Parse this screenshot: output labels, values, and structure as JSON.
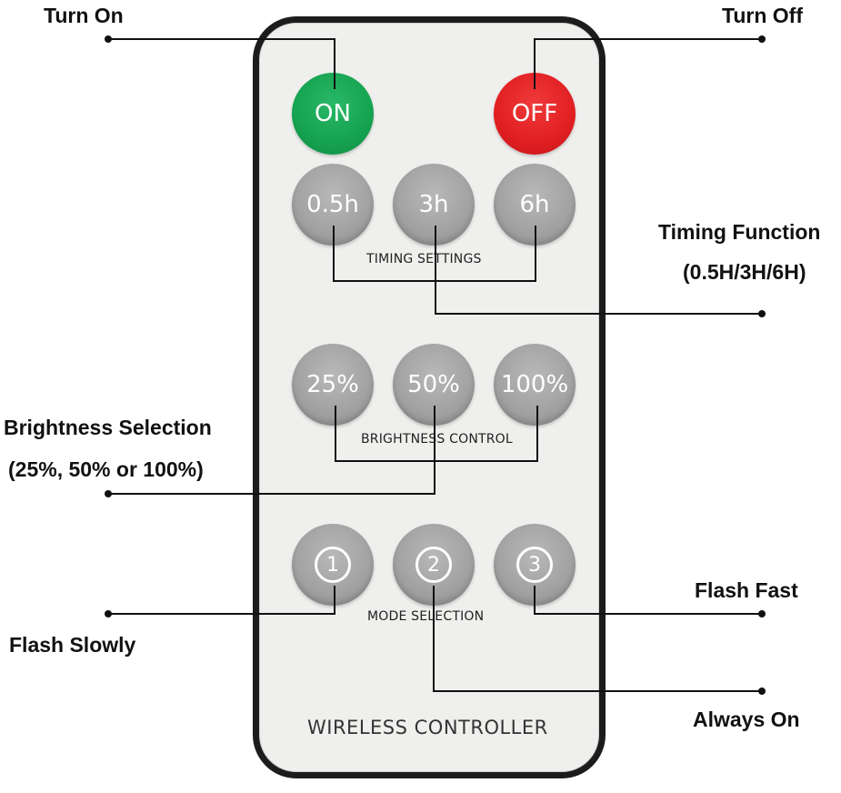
{
  "callouts": {
    "turn_on": "Turn On",
    "turn_off": "Turn Off",
    "timing_function": "Timing Function",
    "timing_function_sub": "(0.5H/3H/6H)",
    "brightness_selection": "Brightness Selection",
    "brightness_selection_sub": "(25%, 50% or 100%)",
    "flash_fast": "Flash Fast",
    "flash_slowly": "Flash Slowly",
    "always_on": "Always On"
  },
  "remote": {
    "power": {
      "on": "ON",
      "off": "OFF"
    },
    "timing": {
      "buttons": [
        "0.5h",
        "3h",
        "6h"
      ],
      "section_label": "TIMING SETTINGS"
    },
    "brightness": {
      "buttons": [
        "25%",
        "50%",
        "100%"
      ],
      "section_label": "BRIGHTNESS CONTROL"
    },
    "mode": {
      "buttons": [
        "1",
        "2",
        "3"
      ],
      "section_label": "MODE SELECTION"
    },
    "brand": "WIRELESS CONTROLLER"
  },
  "colors": {
    "on": "#16a350",
    "off": "#e11f22",
    "button_gray": "#a3a3a3",
    "body": "#efefed",
    "frame": "#1c1c1c"
  }
}
